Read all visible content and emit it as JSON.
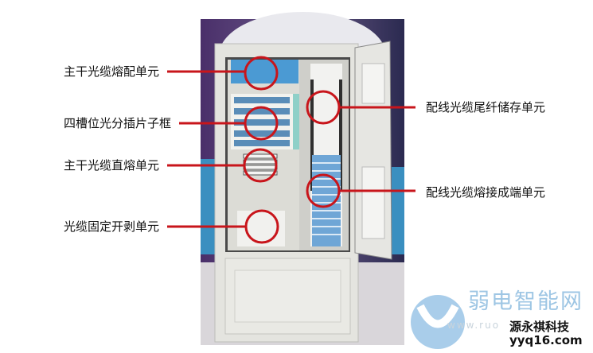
{
  "labels": {
    "left": [
      "主干光缆熔配单元",
      "四槽位光分插片子框",
      "主干光缆直熔单元",
      "光缆固定开剥单元"
    ],
    "right": [
      "配线光缆尾纤储存单元",
      "配线光缆熔接成端单元"
    ]
  },
  "watermark": {
    "site_name": "弱电智能网",
    "site_url": "www.ruo",
    "brand": "源永祺科技",
    "brand_url": "yyq16.com"
  },
  "colors": {
    "annotation": "#c8151b",
    "cabinet": "#e2e2dd",
    "adapter_blue": "#3f8fcc"
  }
}
